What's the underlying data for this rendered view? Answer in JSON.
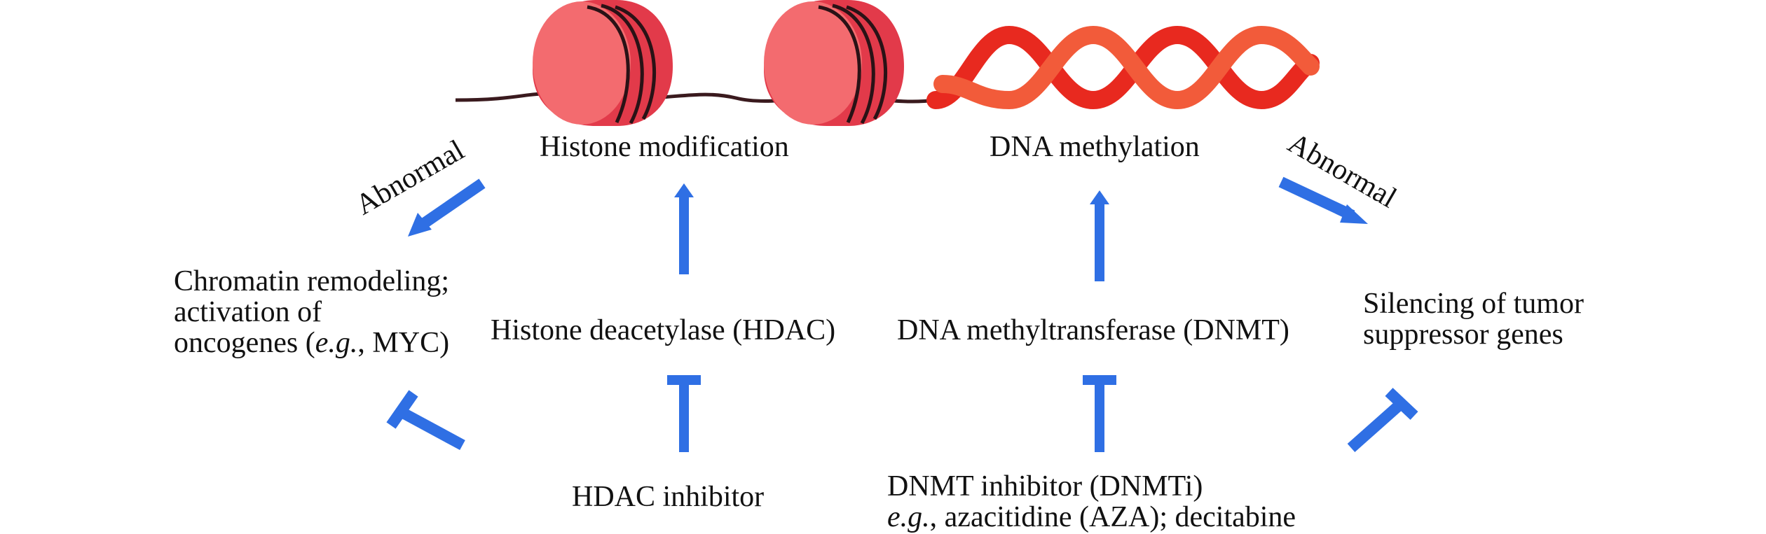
{
  "labels": {
    "histone_modification": "Histone modification",
    "dna_methylation": "DNA methylation",
    "abnormal_left": "Abnormal",
    "abnormal_right": "Abnormal",
    "chromatin_line1": "Chromatin remodeling;",
    "chromatin_line2": "activation of",
    "chromatin_line3_pre": "oncogenes (",
    "chromatin_line3_eg": "e.g.",
    "chromatin_line3_post": ", MYC)",
    "hdac": "Histone deacetylase (HDAC)",
    "dnmt": "DNA methyltransferase (DNMT)",
    "silencing_line1": "Silencing of tumor",
    "silencing_line2": "suppressor genes",
    "hdac_inhibitor": "HDAC inhibitor",
    "dnmti_line1": "DNMT inhibitor (DNMTi)",
    "dnmti_line2_eg": "e.g.",
    "dnmti_line2_post": ", azacitidine (AZA); decitabine"
  },
  "colors": {
    "arrow": "#2f6fe4",
    "nucleosome": "#f0616c",
    "nucleosome_dark": "#d9474f",
    "dna_strand": "#e8291f",
    "dna_strand_light": "#f25b3a",
    "thread": "#3a1a1e"
  }
}
